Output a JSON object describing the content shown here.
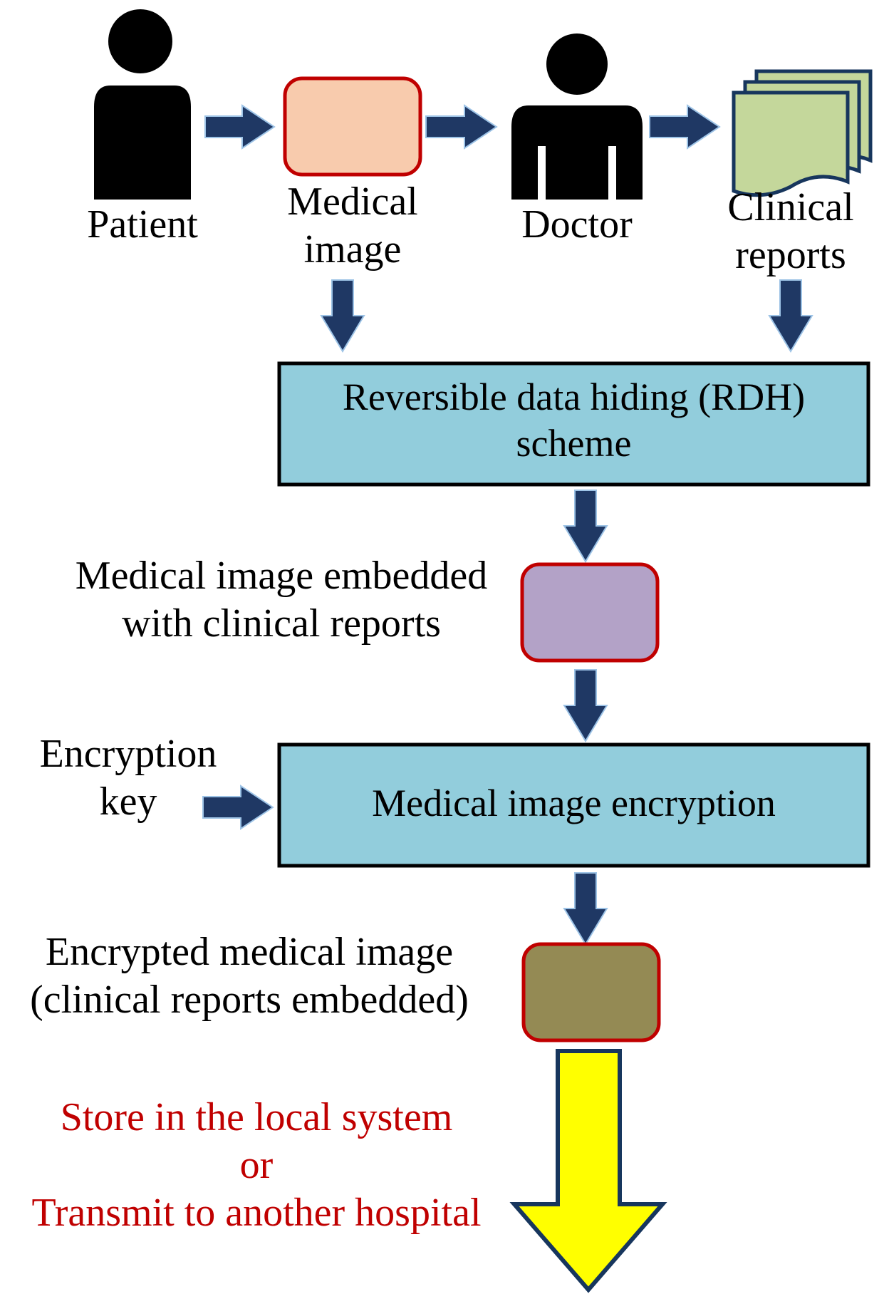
{
  "colors": {
    "flow_arrow": "#1f3864",
    "flow_arrow_outline": "#9dc3e6",
    "process_box_fill": "#92cddc",
    "data_box_border": "#c00000",
    "medical_image_fill": "#f8cbad",
    "embedded_image_fill": "#b3a2c7",
    "encrypted_image_fill": "#948a54",
    "reports_fill": "#c4d79b",
    "output_arrow_fill": "#ffff00",
    "output_text": "#c00000"
  },
  "actors": {
    "patient": {
      "label": "Patient",
      "icon": "person-icon"
    },
    "medical_image": {
      "label_line1": "Medical",
      "label_line2": "image"
    },
    "doctor": {
      "label": "Doctor",
      "icon": "person-icon"
    },
    "clinical_reports": {
      "label_line1": "Clinical",
      "label_line2": "reports",
      "icon": "document-stack-icon"
    }
  },
  "steps": {
    "rdh": {
      "line1": "Reversible data hiding (RDH)",
      "line2": "scheme"
    },
    "embedded": {
      "line1": "Medical image embedded",
      "line2": "with clinical reports"
    },
    "key": {
      "line1": "Encryption",
      "line2": "key"
    },
    "encryption": {
      "label": "Medical image encryption"
    },
    "encrypted": {
      "line1": "Encrypted medical image",
      "line2": "(clinical reports embedded)"
    }
  },
  "output": {
    "line1": "Store in the local system",
    "line2": "or",
    "line3": "Transmit to another hospital"
  }
}
